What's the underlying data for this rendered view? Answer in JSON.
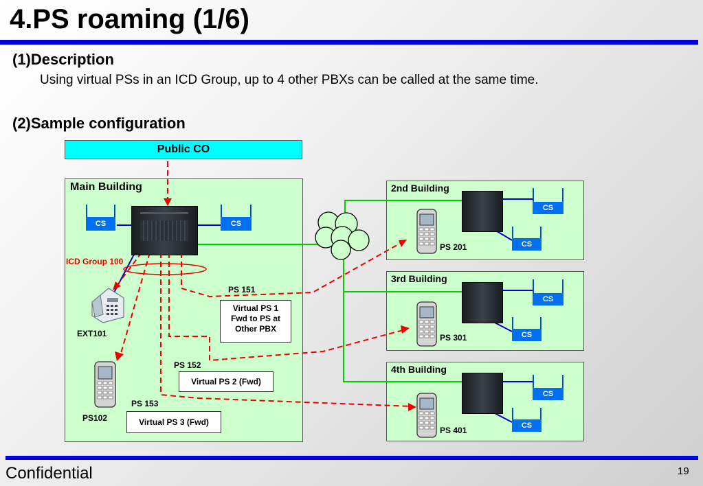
{
  "title": "4.PS roaming (1/6)",
  "section1": {
    "heading": "(1)Description",
    "text": "Using virtual PSs in an ICD Group, up to 4 other PBXs can be called at the same time."
  },
  "section2": {
    "heading": "(2)Sample configuration"
  },
  "diagram": {
    "public_co": "Public CO",
    "main_building": {
      "label": "Main Building",
      "cs_left": "CS",
      "cs_right": "CS",
      "icd_group": "ICD Group 100",
      "ext": "EXT101",
      "ps102": "PS102",
      "ps151": "PS 151",
      "virtual_ps1": [
        "Virtual PS 1",
        "Fwd to PS at",
        "Other PBX"
      ],
      "ps152": "PS 152",
      "virtual_ps2": "Virtual PS 2 (Fwd)",
      "ps153": "PS 153",
      "virtual_ps3": "Virtual PS 3 (Fwd)"
    },
    "buildings": [
      {
        "label": "2nd Building",
        "ps": "PS 201",
        "cs1": "CS",
        "cs2": "CS"
      },
      {
        "label": "3rd Building",
        "ps": "PS 301",
        "cs1": "CS",
        "cs2": "CS"
      },
      {
        "label": "4th Building",
        "ps": "PS 401",
        "cs1": "CS",
        "cs2": "CS"
      }
    ],
    "colors": {
      "dashed_call": "#ee0000",
      "link": "#00cc00",
      "cs": "#0070f0",
      "public_co": "#00ffff",
      "building": "#ccffcc"
    }
  },
  "footer": {
    "confidential": "Confidential",
    "page": "19"
  }
}
